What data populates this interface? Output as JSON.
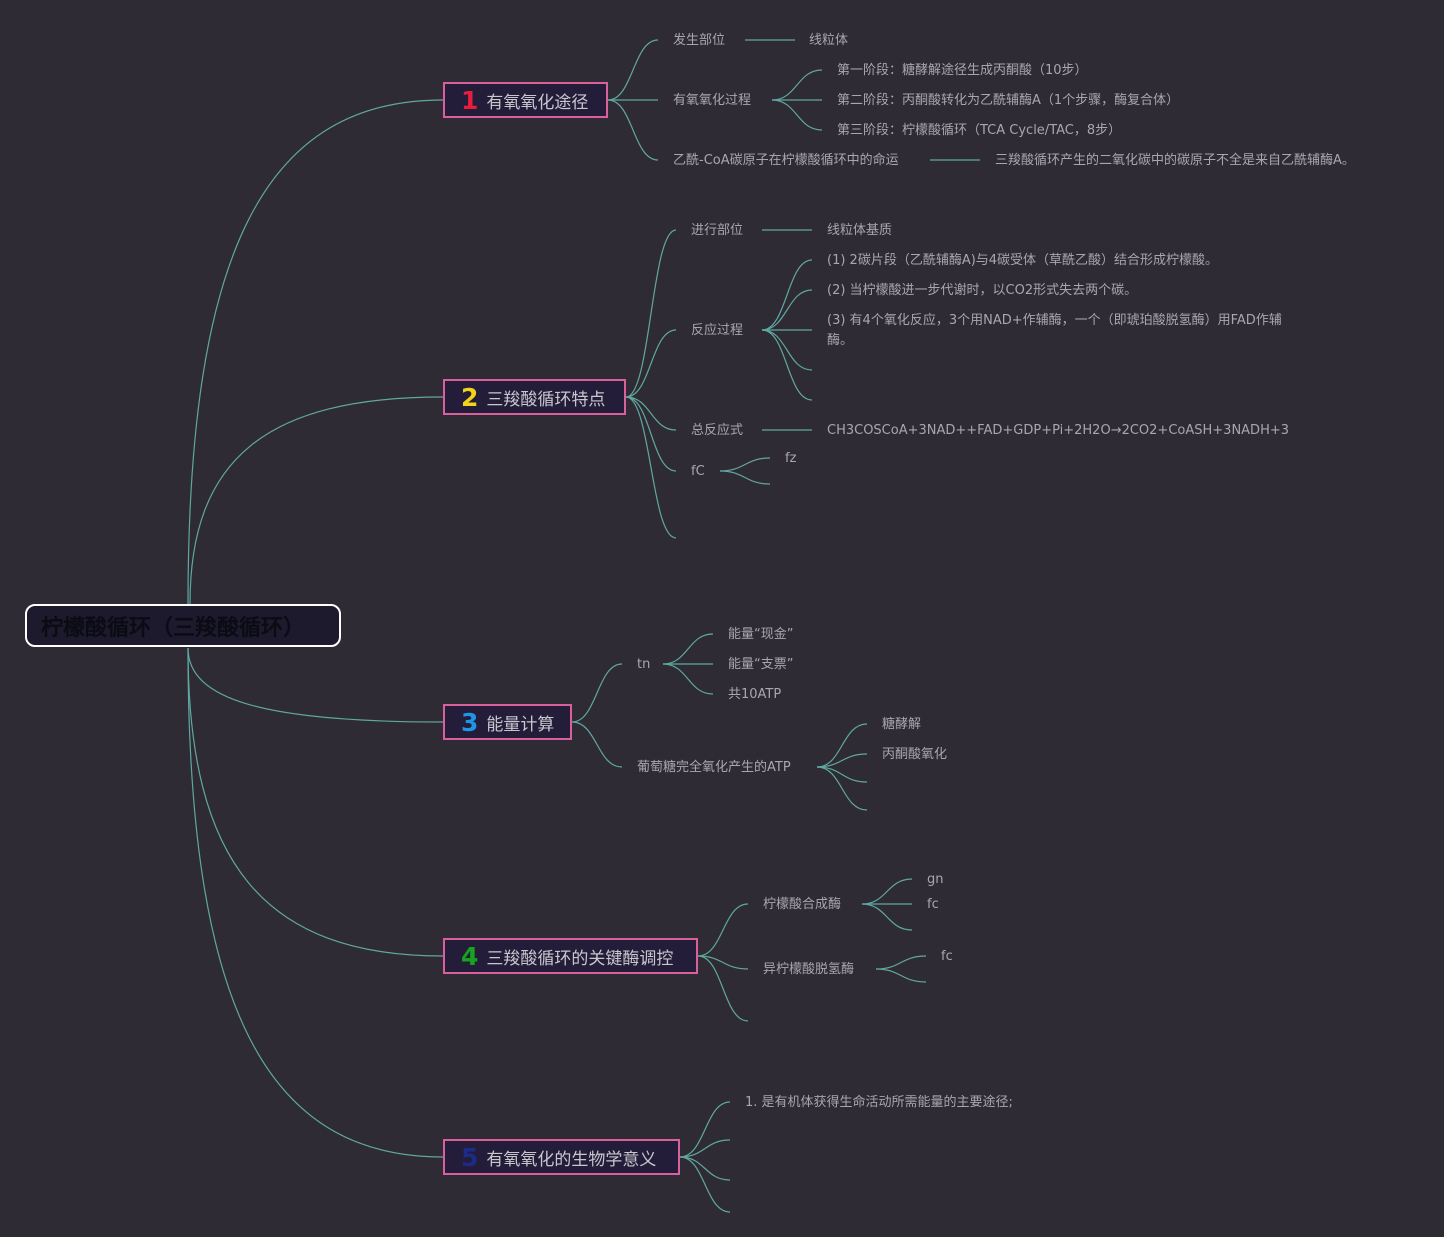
{
  "root": {
    "label": "柠檬酸循环（三羧酸循环）"
  },
  "branches": [
    {
      "num": "1",
      "color": "#e81c3c",
      "label": "有氧氧化途径",
      "children": [
        {
          "label": "发生部位",
          "children": [
            {
              "label": "线粒体"
            }
          ]
        },
        {
          "label": "有氧氧化过程",
          "children": [
            {
              "label": "第一阶段：糖酵解途径生成丙酮酸（10步）"
            },
            {
              "label": "第二阶段：丙酮酸转化为乙酰辅酶A（1个步骤，酶复合体）"
            },
            {
              "label": "第三阶段：柠檬酸循环（TCA Cycle/TAC，8步）"
            }
          ]
        },
        {
          "label": "乙酰-CoA碳原子在柠檬酸循环中的命运",
          "children": [
            {
              "label": "三羧酸循环产生的二氧化碳中的碳原子不全是来自乙酰辅酶A。"
            }
          ]
        }
      ]
    },
    {
      "num": "2",
      "color": "#f2d21a",
      "label": "三羧酸循环特点",
      "children": [
        {
          "label": "进行部位",
          "children": [
            {
              "label": "线粒体基质"
            }
          ]
        },
        {
          "label": "反应过程",
          "children": [
            {
              "label": "(1) 2碳片段（乙酰辅酶A)与4碳受体（草酰乙酸）结合形成柠檬酸。"
            },
            {
              "label": "(2) 当柠檬酸进一步代谢时，以CO2形式失去两个碳。"
            },
            {
              "label": "(3) 有4个氧化反应，3个用NAD+作辅酶，一个（即琥珀酸脱氢酶）用FAD作辅酶。"
            },
            {
              "label": ""
            }
          ]
        },
        {
          "label": "总反应式",
          "children": [
            {
              "label": "CH3COSCoA+3NAD++FAD+GDP+Pi+2H2O→2CO2+CoASH+3NADH+3"
            }
          ]
        },
        {
          "label": "fC",
          "children": [
            {
              "label": "fz"
            },
            {
              "label": ""
            }
          ]
        },
        {
          "label": ""
        }
      ]
    },
    {
      "num": "3",
      "color": "#1e96e8",
      "label": "能量计算",
      "children": [
        {
          "label": "tn",
          "children": [
            {
              "label": "能量“现金”"
            },
            {
              "label": "能量“支票”"
            },
            {
              "label": "共10ATP"
            }
          ]
        },
        {
          "label": "葡萄糖完全氧化产生的ATP",
          "children": [
            {
              "label": "糖酵解"
            },
            {
              "label": "丙酮酸氧化"
            },
            {
              "label": ""
            },
            {
              "label": ""
            }
          ]
        }
      ]
    },
    {
      "num": "4",
      "color": "#17a31f",
      "label": "三羧酸循环的关键酶调控",
      "children": [
        {
          "label": "柠檬酸合成酶",
          "children": [
            {
              "label": "gn"
            },
            {
              "label": "fc"
            },
            {
              "label": ""
            }
          ]
        },
        {
          "label": "异柠檬酸脱氢酶",
          "children": [
            {
              "label": "fc"
            },
            {
              "label": ""
            }
          ]
        },
        {
          "label": ""
        }
      ]
    },
    {
      "num": "5",
      "color": "#1c2a8a",
      "label": "有氧氧化的生物学意义",
      "children": [
        {
          "label": "1. 是有机体获得生命活动所需能量的主要途径;"
        },
        {
          "label": ""
        },
        {
          "label": ""
        },
        {
          "label": ""
        }
      ]
    }
  ]
}
